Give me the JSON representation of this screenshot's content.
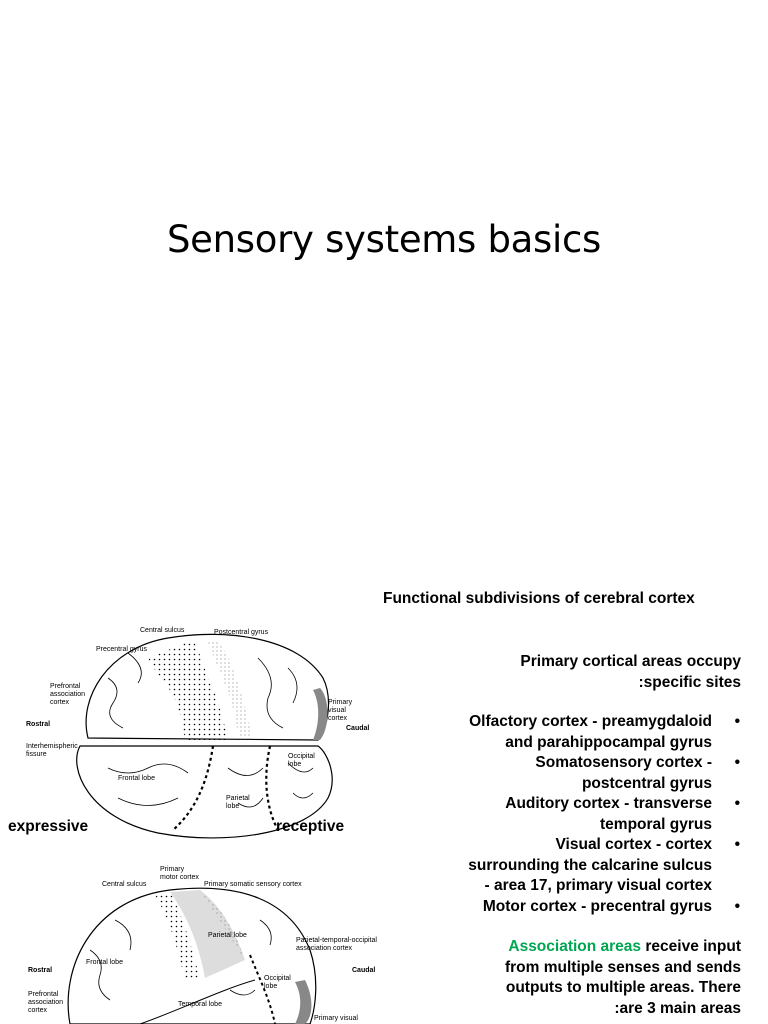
{
  "slide1": {
    "title": "Sensory systems basics"
  },
  "slide2": {
    "title": "Functional subdivisions of cerebral cortex",
    "primary_heading_line1": "Primary cortical areas occupy",
    "primary_heading_line2": ":specific sites",
    "bullet_symbol": "•",
    "bullets": [
      [
        "Olfactory cortex - preamygdaloid",
        "and  parahippocampal gyrus"
      ],
      [
        "Somatosensory cortex -",
        "postcentral gyrus"
      ],
      [
        "Auditory cortex - transverse",
        "temporal gyrus"
      ],
      [
        "Visual cortex - cortex",
        "surrounding the calcarine sulcus",
        "- area 17, primary visual cortex"
      ],
      [
        "Motor cortex - precentral gyrus"
      ]
    ],
    "association": {
      "highlight": "Association areas",
      "line1_rest": " receive input",
      "line2": "from multiple senses and sends",
      "line3": "outputs to multiple areas.  There",
      "line4": ":are 3 main areas"
    },
    "side_labels": {
      "left": "expressive",
      "right": "receptive"
    },
    "figure_top": {
      "labels": {
        "central_sulcus": "Central sulcus",
        "postcentral_gyrus": "Postcentral gyrus",
        "precentral_gyrus": "Precentral gyrus",
        "prefrontal_1": "Prefrontal",
        "prefrontal_2": "association",
        "prefrontal_3": "cortex",
        "rostral": "Rostral",
        "caudal": "Caudal",
        "primary_visual_1": "Primary",
        "primary_visual_2": "visual",
        "primary_visual_3": "cortex",
        "interhemispheric_1": "Interhemispheric",
        "interhemispheric_2": "fissure",
        "frontal_lobe": "Frontal lobe",
        "occipital_1": "Occipital",
        "occipital_2": "lobe",
        "parietal_1": "Parietal",
        "parietal_2": "lobe"
      }
    },
    "figure_bottom": {
      "labels": {
        "primary_motor_1": "Primary",
        "primary_motor_2": "motor cortex",
        "central_sulcus": "Central sulcus",
        "primary_somatic": "Primary somatic sensory cortex",
        "parietal_lobe": "Parietal lobe",
        "pto_1": "Parietal-temporal-occipital",
        "pto_2": "association cortex",
        "rostral": "Rostral",
        "caudal": "Caudal",
        "frontal_lobe": "Frontal lobe",
        "occipital_1": "Occipital",
        "occipital_2": "lobe",
        "prefrontal_1": "Prefrontal",
        "prefrontal_2": "association",
        "prefrontal_3": "cortex",
        "temporal_lobe": "Temporal lobe",
        "primary_visual": "Primary visual"
      }
    }
  }
}
